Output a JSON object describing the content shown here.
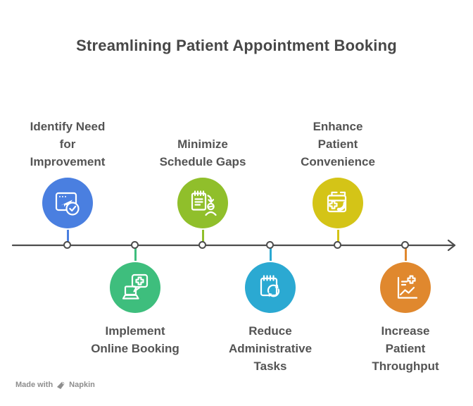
{
  "title": "Streamlining Patient Appointment Booking",
  "timeline": {
    "line_color": "#4d4d4d",
    "direction": "left-to-right-arrow"
  },
  "nodes": [
    {
      "label": "Identify Need\nfor\nImprovement",
      "position": "above",
      "color": "#4a7fe0",
      "icon": "booking-window-plane-check-icon"
    },
    {
      "label": "Implement\nOnline Booking",
      "position": "below",
      "color": "#3ebe7d",
      "icon": "laptop-medical-chat-icon"
    },
    {
      "label": "Minimize\nSchedule Gaps",
      "position": "above",
      "color": "#90bf2b",
      "icon": "schedule-assign-person-icon"
    },
    {
      "label": "Reduce\nAdministrative\nTasks",
      "position": "below",
      "color": "#2ba9d2",
      "icon": "notepad-sync-icon"
    },
    {
      "label": "Enhance\nPatient\nConvenience",
      "position": "above",
      "color": "#d4c417",
      "icon": "calendar-medical-phone-icon"
    },
    {
      "label": "Increase\nPatient\nThroughput",
      "position": "below",
      "color": "#e0882e",
      "icon": "growth-chart-medical-icon"
    }
  ],
  "watermark": {
    "prefix": "Made with",
    "brand": "Napkin"
  }
}
